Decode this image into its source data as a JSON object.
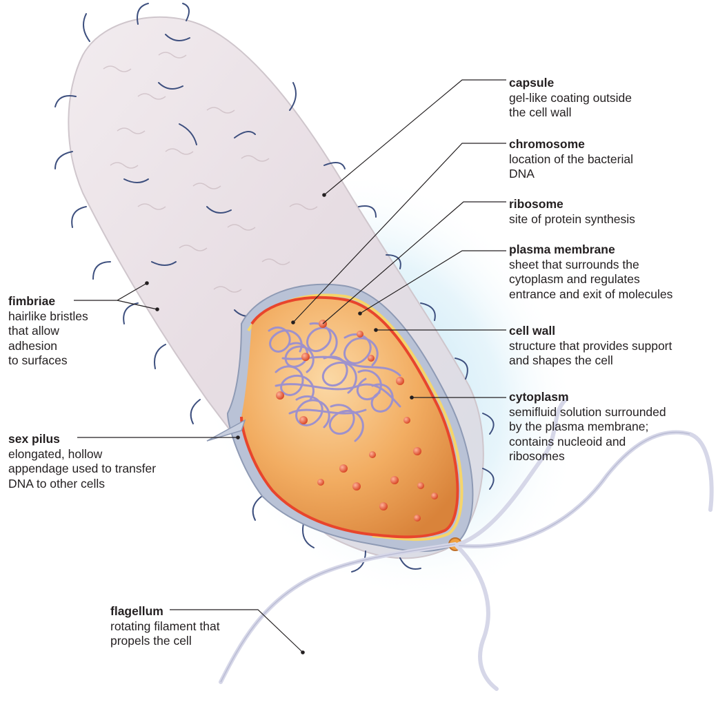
{
  "labels": {
    "capsule": {
      "term": "capsule",
      "desc": "gel-like coating outside\nthe cell wall"
    },
    "chromosome": {
      "term": "chromosome",
      "desc": "location of the bacterial\nDNA"
    },
    "ribosome": {
      "term": "ribosome",
      "desc": "site of protein synthesis"
    },
    "plasma_membrane": {
      "term": "plasma membrane",
      "desc": "sheet that surrounds the\ncytoplasm and regulates\nentrance and exit of molecules"
    },
    "cell_wall": {
      "term": "cell wall",
      "desc": "structure that provides support\nand shapes the cell"
    },
    "cytoplasm": {
      "term": "cytoplasm",
      "desc": "semifluid solution surrounded\nby the plasma membrane;\ncontains nucleoid and\nribosomes"
    },
    "fimbriae": {
      "term": "fimbriae",
      "desc": "hairlike bristles\nthat allow\nadhesion\nto surfaces"
    },
    "sex_pilus": {
      "term": "sex pilus",
      "desc": "elongated, hollow\nappendage used to transfer\nDNA to other cells"
    },
    "flagellum": {
      "term": "flagellum",
      "desc": "rotating filament that\npropels the cell"
    }
  },
  "colors": {
    "capsule_fill": "#ece6ea",
    "cytoplasm": "#f0a75a",
    "plasma_membrane": "#e8452c",
    "cell_wall": "#f6d56a",
    "dna": "#9a8fd0",
    "ribosome": "#e5532f",
    "fimbriae": "#3d4f7e",
    "glow": "#bfe3f3",
    "leader": "#231f20"
  }
}
